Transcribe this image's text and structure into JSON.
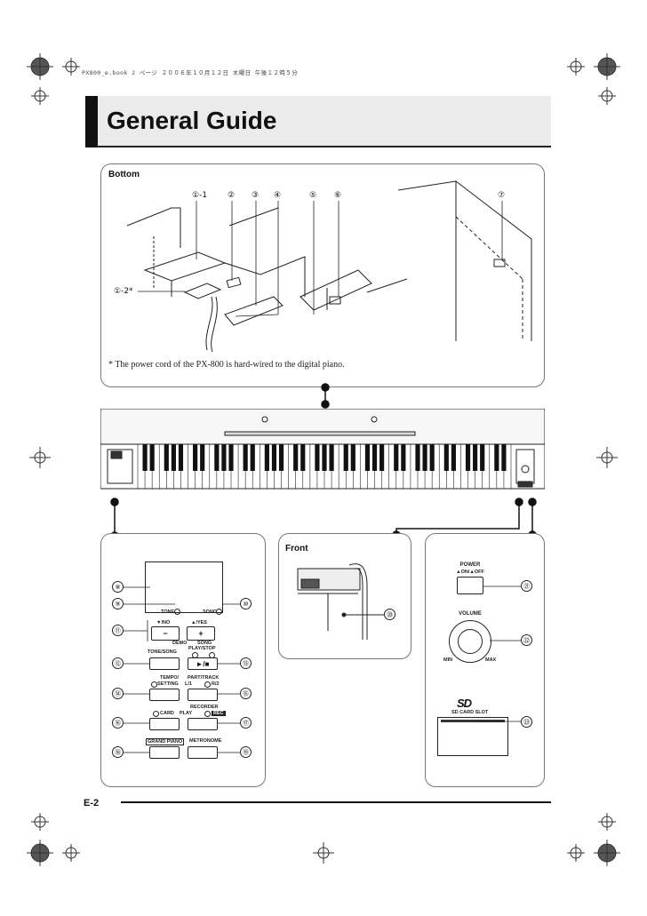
{
  "header": {
    "file_info": "PX800_e.book  2 ページ  ２００６年１０月１２日  木曜日  午後１２時５分"
  },
  "page": {
    "title": "General Guide",
    "page_number": "E-2"
  },
  "bottom_panel": {
    "label": "Bottom",
    "callouts": [
      "①-1",
      "②",
      "③",
      "④",
      "⑤",
      "⑥",
      "⑦",
      "①-2*"
    ],
    "footnote": "*  The power cord of the PX-800 is hard-wired to the digital piano."
  },
  "front_panel": {
    "label": "Front",
    "callout": "⑳"
  },
  "left_panel": {
    "callouts": {
      "display": "⑧",
      "tone_indicator": "⑨",
      "song_indicator": "⑩",
      "no_yes": "⑪",
      "tone_song": "⑫",
      "play_stop": "⑬",
      "tempo": "⑭",
      "part_track": "⑮",
      "card": "⑯",
      "recorder": "⑰",
      "grand_piano": "⑱",
      "metronome": "⑲"
    },
    "labels": {
      "tone": "TONE",
      "song": "SONG",
      "no": "▼/NO",
      "yes": "▲/YES",
      "minus": "−",
      "plus": "+",
      "demo": "DEMO",
      "song2": "SONG",
      "tone_song": "TONE/SONG",
      "play_stop": "PLAY/STOP",
      "play_stop_glyph": "►/■",
      "tempo": "TEMPO/",
      "setting": "SETTING",
      "part_track": "PART/TRACK",
      "l1": "L/1",
      "r2": "R/2",
      "recorder": "RECORDER",
      "card": "CARD",
      "play": "PLAY",
      "rec": "REC",
      "grand_piano": "GRAND PIANO",
      "metronome": "METRONOME"
    }
  },
  "right_panel": {
    "callouts": {
      "power": "㉑",
      "volume": "㉒",
      "sd_slot": "㉓"
    },
    "labels": {
      "power": "POWER",
      "on_off": "▲ON/▲OFF",
      "volume": "VOLUME",
      "min": "MIN",
      "max": "MAX",
      "sd_logo": "SD",
      "sd_slot": "SD CARD SLOT"
    }
  }
}
